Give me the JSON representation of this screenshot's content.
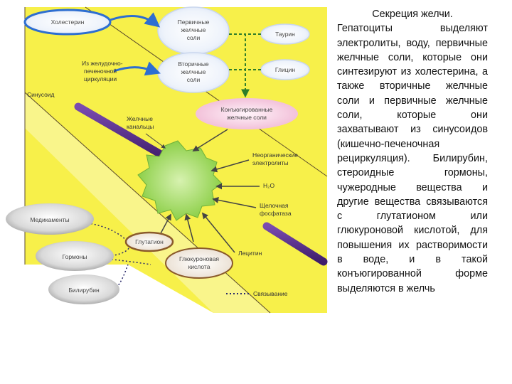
{
  "diagram": {
    "labels": {
      "cholesterol": "Холестерин",
      "primary_salts": [
        "Первичные",
        "желчные",
        "соли"
      ],
      "taurine": "Таурин",
      "glycine": "Глицин",
      "secondary_salts": [
        "Вторичные",
        "желчные",
        "соли"
      ],
      "from_recirculation": [
        "Из желудочно-",
        "печеночной",
        "циркуляции"
      ],
      "sinusoid": "Синусоид",
      "conjugated_salts": [
        "Конъюгированные",
        "желчные соли"
      ],
      "bile_canaliculi": [
        "Желчные",
        "канальцы"
      ],
      "inorganic_electrolytes": [
        "Неорганические",
        "электролиты"
      ],
      "water": "H₂O",
      "alkaline_phosphatase": [
        "Щелочная",
        "фосфатаза"
      ],
      "drugs": "Медикаменты",
      "glutathione": "Глутатион",
      "hormones": "Гормоны",
      "glucuronic_acid": [
        "Глюкуроновая",
        "кислота"
      ],
      "lecithin": "Лецитин",
      "bilirubin": "Билирубин",
      "binding": "Связывание"
    },
    "colors": {
      "yellow": "#f7f04a",
      "green": "#8fd44a",
      "purple": "#5b2d8e",
      "blue_ellipse_border": "#2d6ed1",
      "pink_ellipse": "#f4c7dd",
      "brown_ellipse_border": "#8a5a2b",
      "gray_ellipse": "#b8b8b8"
    }
  },
  "text_panel": {
    "title": "Секреция желчи.",
    "body": "Гепатоциты выделяют электролиты, воду, первичные желчные соли, которые они синтезируют из холестерина, а также вторичные желчные соли и первичные желчные соли, которые они захватывают из синусоидов (кишечно-печеночная рециркуляция). Билирубин, стероидные гормоны, чужеродные вещества и другие вещества связываются с глутатионом или глюкуроновой кислотой, для повышения их растворимости в воде, и в такой конъюгированной форме выделяются в желчь"
  }
}
